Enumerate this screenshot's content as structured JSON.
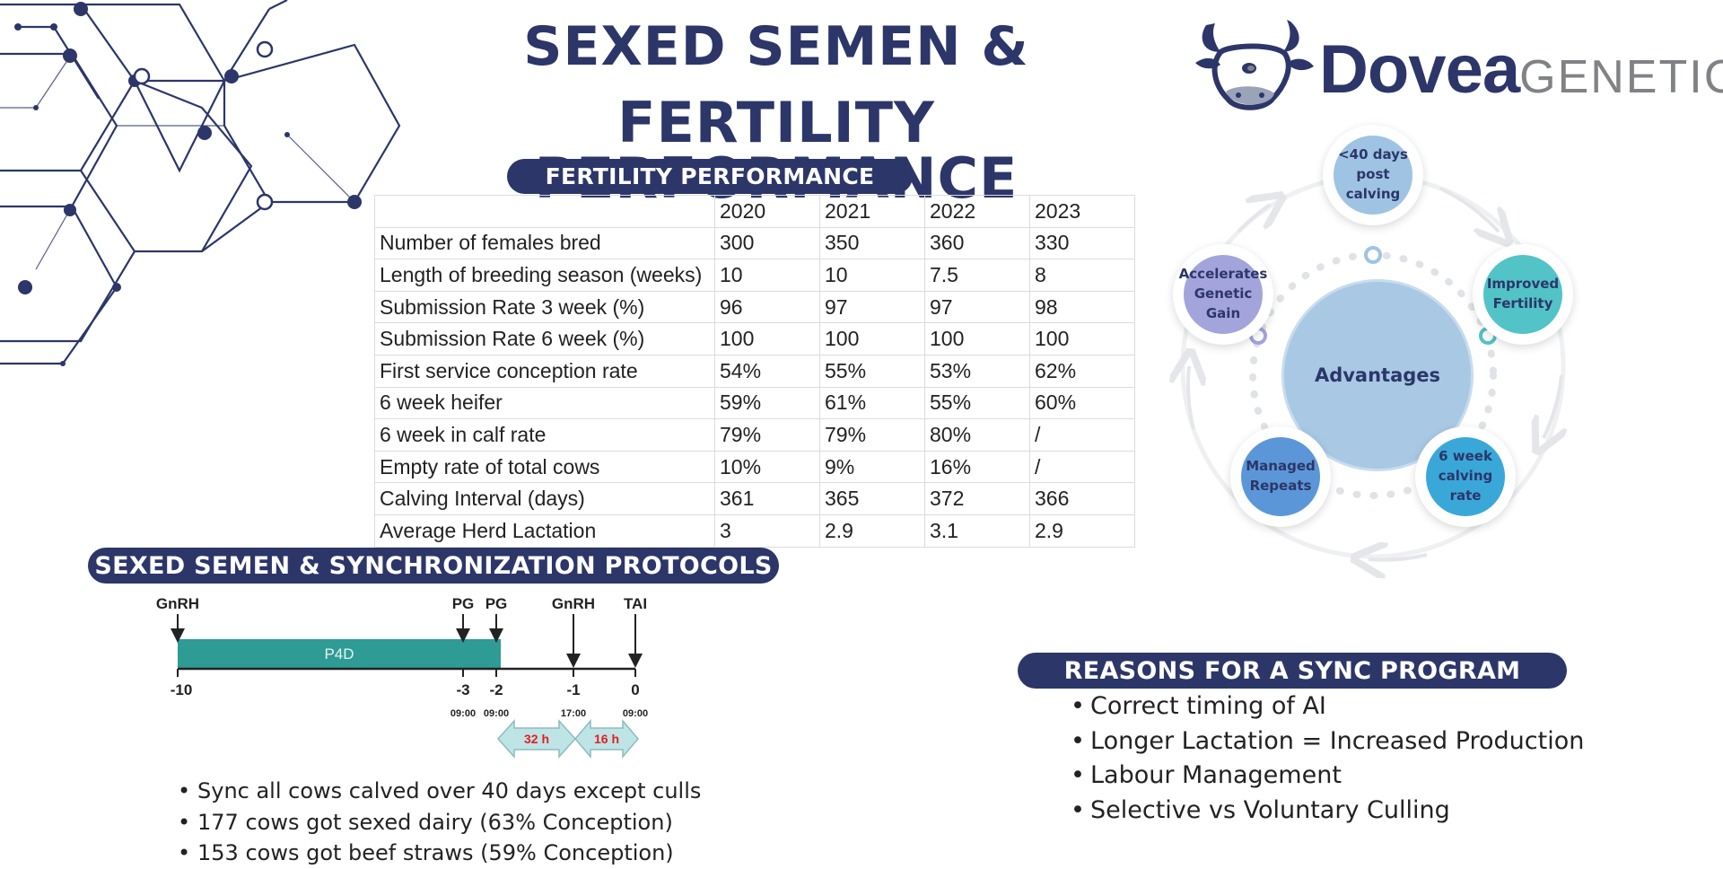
{
  "header": {
    "title_line1": "SEXED SEMEN &",
    "title_line2": "FERTILITY PERFORMANCE"
  },
  "logo": {
    "icon": "cow-head-icon",
    "brand": "Dovea",
    "suffix": "GENETICS"
  },
  "fertility": {
    "heading": "FERTILITY PERFORMANCE",
    "years": [
      "2020",
      "2021",
      "2022",
      "2023"
    ],
    "rows": [
      {
        "label": "Number of females bred",
        "values": [
          "300",
          "350",
          "360",
          "330"
        ]
      },
      {
        "label": "Length of breeding season (weeks)",
        "values": [
          "10",
          "10",
          "7.5",
          "8"
        ]
      },
      {
        "label": "Submission Rate 3 week (%)",
        "values": [
          "96",
          "97",
          "97",
          "98"
        ]
      },
      {
        "label": "Submission Rate 6 week (%)",
        "values": [
          "100",
          "100",
          "100",
          "100"
        ]
      },
      {
        "label": "First service conception rate",
        "values": [
          "54%",
          "55%",
          "53%",
          "62%"
        ]
      },
      {
        "label": "6 week heifer",
        "values": [
          "59%",
          "61%",
          "55%",
          "60%"
        ]
      },
      {
        "label": "6 week in calf rate",
        "values": [
          "79%",
          "79%",
          "80%",
          "/"
        ]
      },
      {
        "label": "Empty rate of total cows",
        "values": [
          "10%",
          "9%",
          "16%",
          "/"
        ]
      },
      {
        "label": "Calving Interval (days)",
        "values": [
          "361",
          "365",
          "372",
          "366"
        ]
      },
      {
        "label": "Average Herd Lactation",
        "values": [
          "3",
          "2.9",
          "3.1",
          "2.9"
        ]
      }
    ]
  },
  "sync": {
    "heading": "SEXED SEMEN & SYNCHRONIZATION PROTOCOLS",
    "timeline": {
      "bar_label": "P4D",
      "events": [
        "GnRH",
        "PG",
        "PG",
        "GnRH",
        "TAI"
      ],
      "days": [
        "-10",
        "-3",
        "-2",
        "-1",
        "0"
      ],
      "times": [
        "09:00",
        "09:00",
        "17:00",
        "09:00"
      ],
      "intervals": [
        "32 h",
        "16 h"
      ]
    },
    "bullets": [
      "Sync all cows calved over 40 days except culls",
      "177 cows got sexed dairy (63% Conception)",
      "153 cows got beef straws (59% Conception)"
    ]
  },
  "advantages": {
    "center": "Advantages",
    "nodes": [
      {
        "label": "<40 days post calving",
        "lines": [
          "<40 days",
          "post calving"
        ],
        "color": "#9fc3e3"
      },
      {
        "label": "Improved Fertility",
        "lines": [
          "Improved",
          "Fertility"
        ],
        "color": "#52c3c6"
      },
      {
        "label": "6 week calving rate",
        "lines": [
          "6 week",
          "calving",
          "rate"
        ],
        "color": "#3aa7d9"
      },
      {
        "label": "Managed Repeats",
        "lines": [
          "Managed",
          "Repeats"
        ],
        "color": "#5b97d8"
      },
      {
        "label": "Accelerates Genetic Gain",
        "lines": [
          "Accelerates",
          "Genetic",
          "Gain"
        ],
        "color": "#a3a4db"
      }
    ]
  },
  "reasons": {
    "heading": "REASONS FOR A SYNC PROGRAM",
    "bullets": [
      "Correct timing of AI",
      "Longer Lactation = Increased Production",
      "Labour Management",
      "Selective vs Voluntary Culling"
    ]
  }
}
